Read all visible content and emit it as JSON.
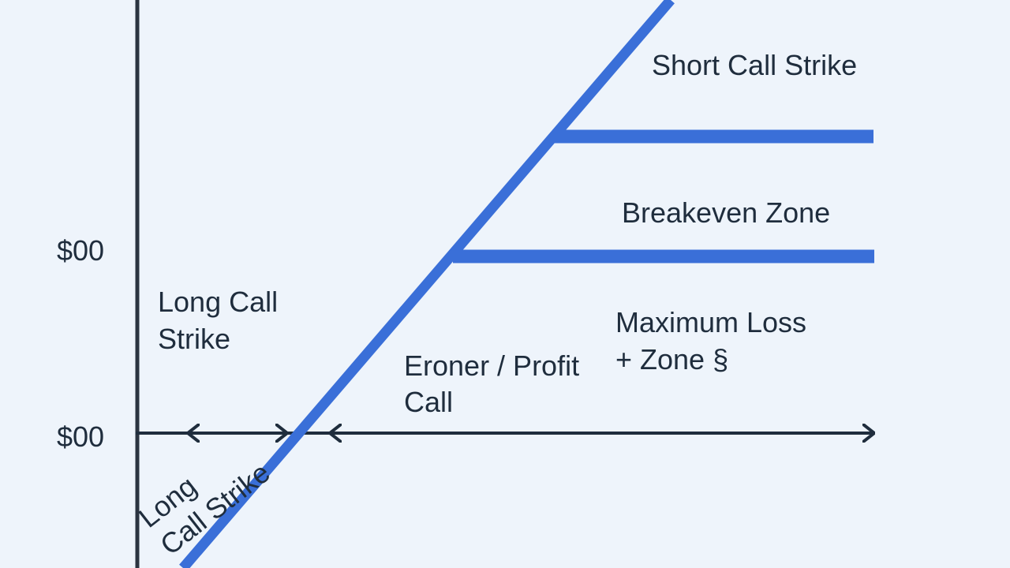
{
  "labels": {
    "y_upper": "$00",
    "y_lower": "$00",
    "short_call_strike": "Short Call Strike",
    "breakeven_zone": "Breakeven Zone",
    "long_call_strike_line1": "Long Call",
    "long_call_strike_line2": "Strike",
    "maximum_loss_line1": "Maximum Loss",
    "maximum_loss_line2": "+ Zone §",
    "profit_call_line1": "Eroner / Profit",
    "profit_call_line2": "Call",
    "rotated_line1": "Long",
    "rotated_line2": "Call Strike"
  },
  "colors": {
    "background": "#eef4fb",
    "accent_line": "#3a6fd8",
    "axis": "#1f2d3d",
    "text": "#1f2d3d"
  }
}
